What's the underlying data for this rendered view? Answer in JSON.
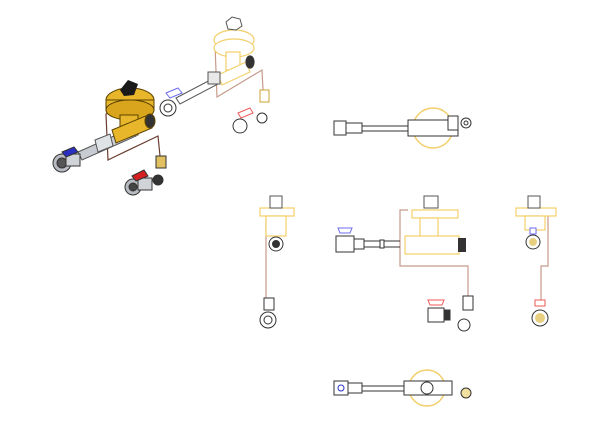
{
  "colors": {
    "background": "#ffffff",
    "brass_fill": "#e8b62a",
    "brass_outline": "#f2cf6a",
    "capillary": "#b07a70",
    "capillary_dark": "#6b3d30",
    "blue_handle": "#2a2fc0",
    "blue_outline": "#6b6bf0",
    "red_handle": "#d42020",
    "red_outline": "#ef5a5a",
    "metal": "#9aa0a8",
    "line": "#333333"
  },
  "views": [
    "isometric-filled",
    "isometric-outline",
    "top-view",
    "side-view-left",
    "front-view",
    "side-view-right",
    "top-view-bottom"
  ]
}
